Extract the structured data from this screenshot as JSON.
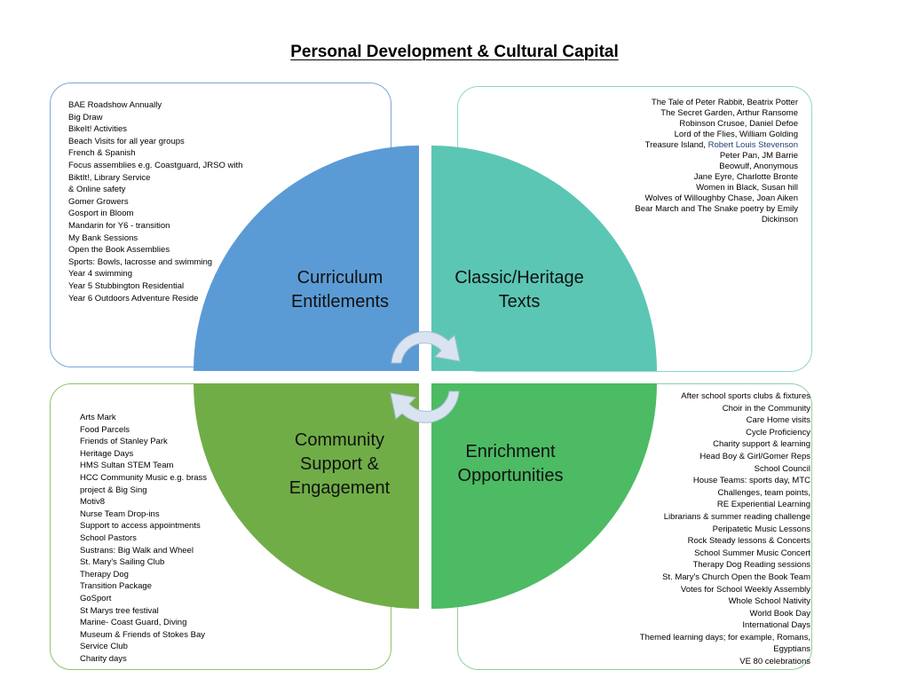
{
  "title": "Personal Development & Cultural Capital",
  "colors": {
    "curriculum": "#5b9bd5",
    "classic": "#5bc6b4",
    "community": "#70ad47",
    "enrichment": "#4cbb63",
    "arrow_fill": "#dae4f0",
    "arrow_stroke": "#a9bfd9"
  },
  "quadrants": {
    "curriculum": {
      "label_line1": "Curriculum",
      "label_line2": "Entitlements",
      "items": [
        "BAE Roadshow Annually",
        "Big Draw",
        "BikeIt! Activities",
        "Beach Visits for all year groups",
        "French & Spanish",
        "Focus assemblies e.g. Coastguard, JRSO with",
        "BiktIt!, Library Service",
        "& Online safety",
        "Gomer Growers",
        "Gosport in Bloom",
        "Mandarin for Y6 - transition",
        "My Bank Sessions",
        "Open the Book Assemblies",
        "Sports: Bowls, lacrosse and swimming",
        "Year 4 swimming",
        "Year 5 Stubbington Residential",
        "Year 6 Outdoors Adventure Reside"
      ]
    },
    "classic": {
      "label_line1": "Classic/Heritage",
      "label_line2": "Texts",
      "items": [
        "The Tale of Peter Rabbit, Beatrix Potter",
        "The Secret Garden, Arthur Ransome",
        "Robinson Crusoe, Daniel Defoe",
        "Lord of the Flies, William Golding",
        "Treasure Island,",
        "Robert Louis Stevenson",
        "Peter Pan, JM Barrie",
        "Beowulf, Anonymous",
        "Jane Eyre, Charlotte Bronte",
        "Women in Black, Susan hill",
        "Wolves of Willoughby Chase, Joan Aiken",
        "Bear March and The Snake poetry by Emily",
        "Dickinson"
      ]
    },
    "community": {
      "label_line1": "Community",
      "label_line2": "Support &",
      "label_line3": "Engagement",
      "items": [
        "Arts Mark",
        "Food Parcels",
        "Friends of Stanley Park",
        "Heritage Days",
        "HMS Sultan STEM Team",
        "HCC Community Music e.g. brass",
        "project & Big Sing",
        "Motiv8",
        "Nurse Team Drop-ins",
        "Support to access appointments",
        "School Pastors",
        "Sustrans: Big Walk and Wheel",
        "St. Mary's Sailing Club",
        "Therapy Dog",
        "Transition Package",
        "GoSport",
        "St Marys tree festival",
        "Marine- Coast Guard, Diving",
        "Museum & Friends of Stokes Bay",
        "Service Club",
        "Charity days"
      ]
    },
    "enrichment": {
      "label_line1": "Enrichment",
      "label_line2": "Opportunities",
      "items": [
        "After school sports clubs & fixtures",
        "Choir in the Community",
        "Care Home visits",
        "Cycle Proficiency",
        "Charity support & learning",
        "Head Boy & Girl/Gomer Reps",
        "School Council",
        "House Teams: sports day, MTC",
        "Challenges, team points,",
        "RE Experiential Learning",
        "Librarians & summer reading challenge",
        "Peripatetic Music Lessons",
        "Rock Steady lessons & Concerts",
        "School Summer Music Concert",
        "Therapy Dog Reading sessions",
        "St. Mary's Church Open the Book Team",
        "Votes for School Weekly Assembly",
        "Whole School Nativity",
        "World Book Day",
        "International Days",
        "Themed learning days; for example, Romans,",
        "Egyptians",
        "VE 80 celebrations"
      ]
    }
  }
}
